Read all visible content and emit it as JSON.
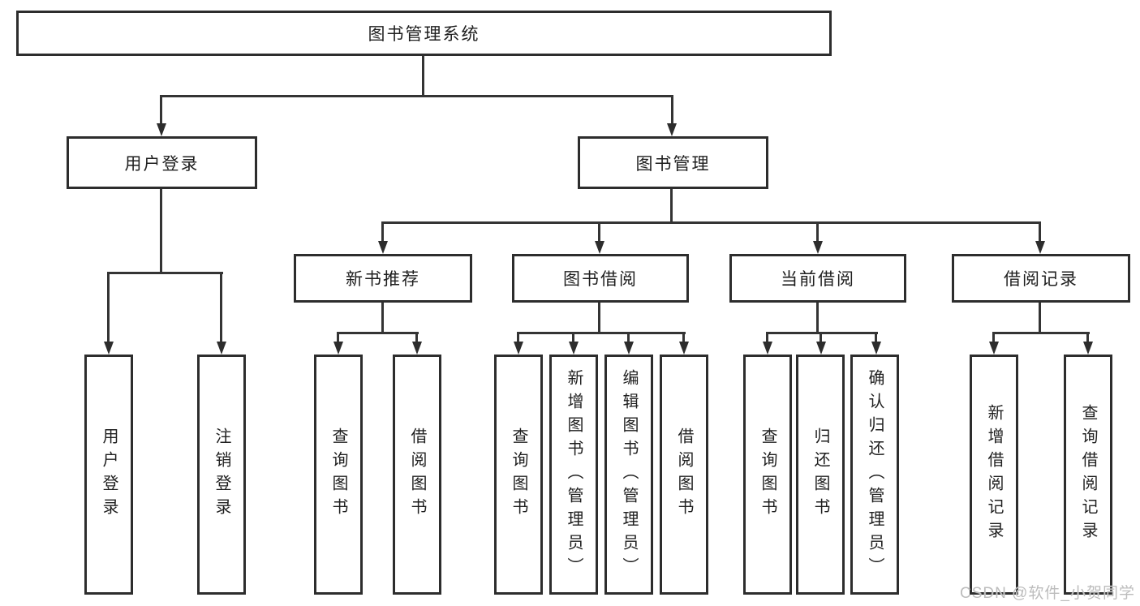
{
  "diagram": {
    "type": "hierarchy-tree",
    "orientation": "top-down",
    "tree": {
      "label": "图书管理系统",
      "children": [
        {
          "label": "用户登录",
          "children": [
            {
              "label": "用户登录"
            },
            {
              "label": "注销登录"
            }
          ]
        },
        {
          "label": "图书管理",
          "children": [
            {
              "label": "新书推荐",
              "children": [
                {
                  "label": "查询图书"
                },
                {
                  "label": "借阅图书"
                }
              ]
            },
            {
              "label": "图书借阅",
              "children": [
                {
                  "label": "查询图书"
                },
                {
                  "label": "新增图书（管理员）"
                },
                {
                  "label": "编辑图书（管理员）"
                },
                {
                  "label": "借阅图书"
                }
              ]
            },
            {
              "label": "当前借阅",
              "children": [
                {
                  "label": "查询图书"
                },
                {
                  "label": "归还图书"
                },
                {
                  "label": "确认归还（管理员）"
                }
              ]
            },
            {
              "label": "借阅记录",
              "children": [
                {
                  "label": "新增借阅记录"
                },
                {
                  "label": "查询借阅记录"
                }
              ]
            }
          ]
        }
      ]
    },
    "colors": {
      "box_border": "#2d2d2d",
      "connector_line": "#343434",
      "text": "#1f1f1f",
      "box_fill": "#ffffff",
      "watermark_text_color": "#bcbcbc"
    }
  },
  "watermark": {
    "text": "CSDN @软件_小贺同学"
  }
}
